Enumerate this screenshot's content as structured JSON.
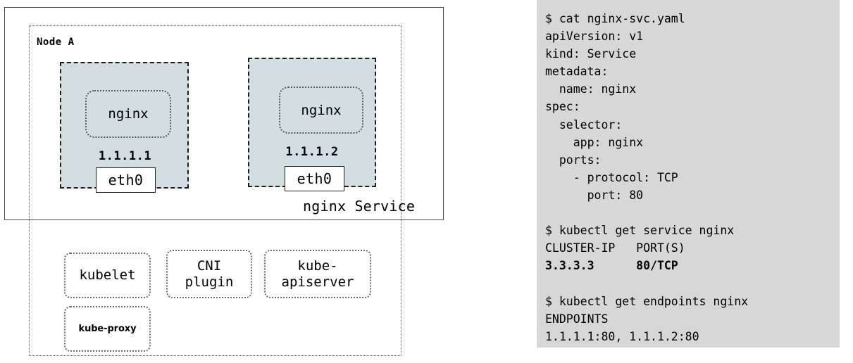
{
  "diagram": {
    "service_box": {
      "label": "nginx Service"
    },
    "node": {
      "label": "Node A",
      "pods": [
        {
          "container_label": "nginx",
          "ip": "1.1.1.1",
          "interface": "eth0"
        },
        {
          "container_label": "nginx",
          "ip": "1.1.1.2",
          "interface": "eth0"
        }
      ],
      "components": [
        {
          "label": "kubelet"
        },
        {
          "label": "CNI\nplugin"
        },
        {
          "label": "kube-\napiserver"
        },
        {
          "label": "kube-proxy"
        }
      ]
    }
  },
  "terminal": {
    "background_color": "#d7d7d7",
    "lines": [
      {
        "text": "$ cat nginx-svc.yaml",
        "bold": false
      },
      {
        "text": "apiVersion: v1",
        "bold": false
      },
      {
        "text": "kind: Service",
        "bold": false
      },
      {
        "text": "metadata:",
        "bold": false
      },
      {
        "text": "  name: nginx",
        "bold": false
      },
      {
        "text": "spec:",
        "bold": false
      },
      {
        "text": "  selector:",
        "bold": false
      },
      {
        "text": "    app: nginx",
        "bold": false
      },
      {
        "text": "  ports:",
        "bold": false
      },
      {
        "text": "    - protocol: TCP",
        "bold": false
      },
      {
        "text": "      port: 80",
        "bold": false
      },
      {
        "text": "",
        "bold": false
      },
      {
        "text": "$ kubectl get service nginx",
        "bold": false
      },
      {
        "text": "CLUSTER-IP   PORT(S)",
        "bold": false
      },
      {
        "text": "3.3.3.3      80/TCP",
        "bold": true
      },
      {
        "text": "",
        "bold": false
      },
      {
        "text": "$ kubectl get endpoints nginx",
        "bold": false
      },
      {
        "text": "ENDPOINTS",
        "bold": false
      },
      {
        "text": "1.1.1.1:80, 1.1.1.2:80",
        "bold": false
      }
    ]
  },
  "colors": {
    "pod_fill": "#d2dee1",
    "pod_border": "#1d1d1d",
    "node_border": "#555555",
    "service_border": "#4a4a4a",
    "terminal_bg": "#d7d7d7"
  }
}
